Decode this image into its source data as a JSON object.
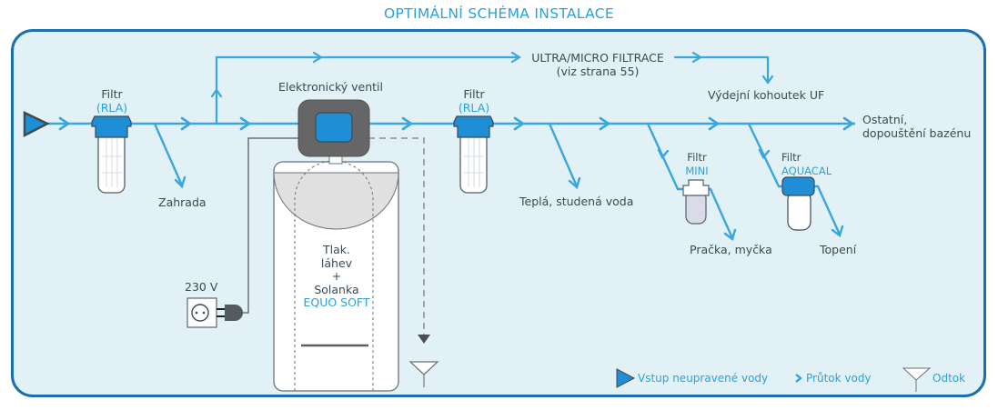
{
  "title": "OPTIMÁLNÍ SCHÉMA INSTALACE",
  "colors": {
    "pipe": "#3aa6de",
    "filter_blue": "#1e8fd6",
    "frame": "#1c6fae",
    "panel_bg": "#e2f1f6",
    "valve_gray": "#666666",
    "accent_text": "#2aa1dc",
    "text": "#3a4a55"
  },
  "labels": {
    "filter1": {
      "line1": "Filtr",
      "line2": "(RLA)"
    },
    "filter2": {
      "line1": "Filtr",
      "line2": "(RLA)"
    },
    "filter_mini": {
      "line1": "Filtr",
      "line2": "MINI"
    },
    "filter_aquacal": {
      "line1": "Filtr",
      "line2": "AQUACAL"
    },
    "valve": "Elektronický ventil",
    "garden": "Zahrada",
    "ultra": {
      "line1": "ULTRA/MICRO FILTRACE",
      "line2": "(viz strana 55)"
    },
    "uf_tap": "Výdejní kohoutek UF",
    "other": {
      "line1": "Ostatní,",
      "line2": "dopouštění bazénu"
    },
    "hot_cold": "Teplá, studená voda",
    "washer": "Pračka, myčka",
    "heating": "Topení",
    "power": "230 V",
    "tank": {
      "line1": "Tlak.",
      "line2": "láhev",
      "line3": "+",
      "line4": "Solanka",
      "line5": "EQUO SOFT"
    }
  },
  "legend": {
    "inlet": "Vstup neupravené vody",
    "flow": "Průtok vody",
    "drain": "Odtok"
  },
  "icons": {
    "inlet": "inlet-triangle-icon",
    "flow": "flow-arrow-icon",
    "drain": "drain-funnel-icon",
    "socket": "power-socket-icon",
    "plug": "power-plug-icon"
  }
}
